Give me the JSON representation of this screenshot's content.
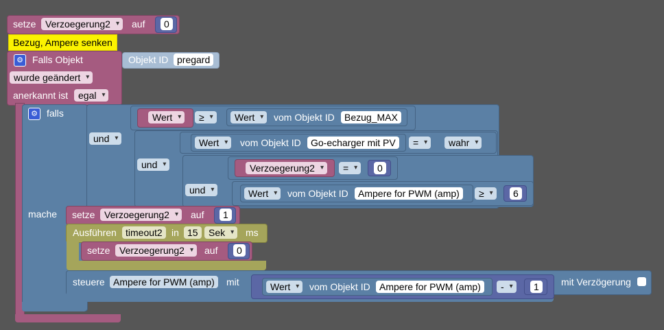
{
  "top_block": {
    "keyword": "setze",
    "variable": "Verzoegerung2",
    "suffix": "auf",
    "value": "0"
  },
  "comment": "Bezug, Ampere senken",
  "trigger": {
    "label": "Falls Objekt",
    "object_label": "Objekt ID",
    "object_value": "pregard",
    "changed": "wurde geändert",
    "ack_label": "anerkannt ist",
    "ack_value": "egal"
  },
  "if_block": {
    "falls": "falls",
    "mache": "mache",
    "und1": "und",
    "und2": "und",
    "und3": "und",
    "cond1": {
      "wert": "Wert",
      "op": "≥",
      "wert2": "Wert",
      "vom": "vom Objekt ID",
      "obj": "Bezug_MAX"
    },
    "cond2": {
      "wert": "Wert",
      "vom": "vom Objekt ID",
      "obj": "Go-echarger mit PV",
      "op": "=",
      "val": "wahr"
    },
    "cond3": {
      "var": "Verzoegerung2",
      "op": "=",
      "val": "0"
    },
    "cond4": {
      "wert": "Wert",
      "vom": "vom Objekt ID",
      "obj": "Ampere for PWM (amp)",
      "op": "≥",
      "val": "6"
    }
  },
  "body": {
    "set1": {
      "keyword": "setze",
      "variable": "Verzoegerung2",
      "suffix": "auf",
      "value": "1"
    },
    "timeout": {
      "label": "Ausführen",
      "name": "timeout2",
      "in": "in",
      "amount": "15",
      "unit": "Sek",
      "ms": "ms"
    },
    "set2": {
      "keyword": "setze",
      "variable": "Verzoegerung2",
      "suffix": "auf",
      "value": "0"
    },
    "control": {
      "label": "steuere",
      "target": "Ampere for PWM (amp)",
      "mit": "mit",
      "wert": "Wert",
      "vom": "vom Objekt ID",
      "obj": "Ampere for PWM (amp)",
      "op": "-",
      "val": "1",
      "delay": "mit Verzögerung"
    }
  }
}
